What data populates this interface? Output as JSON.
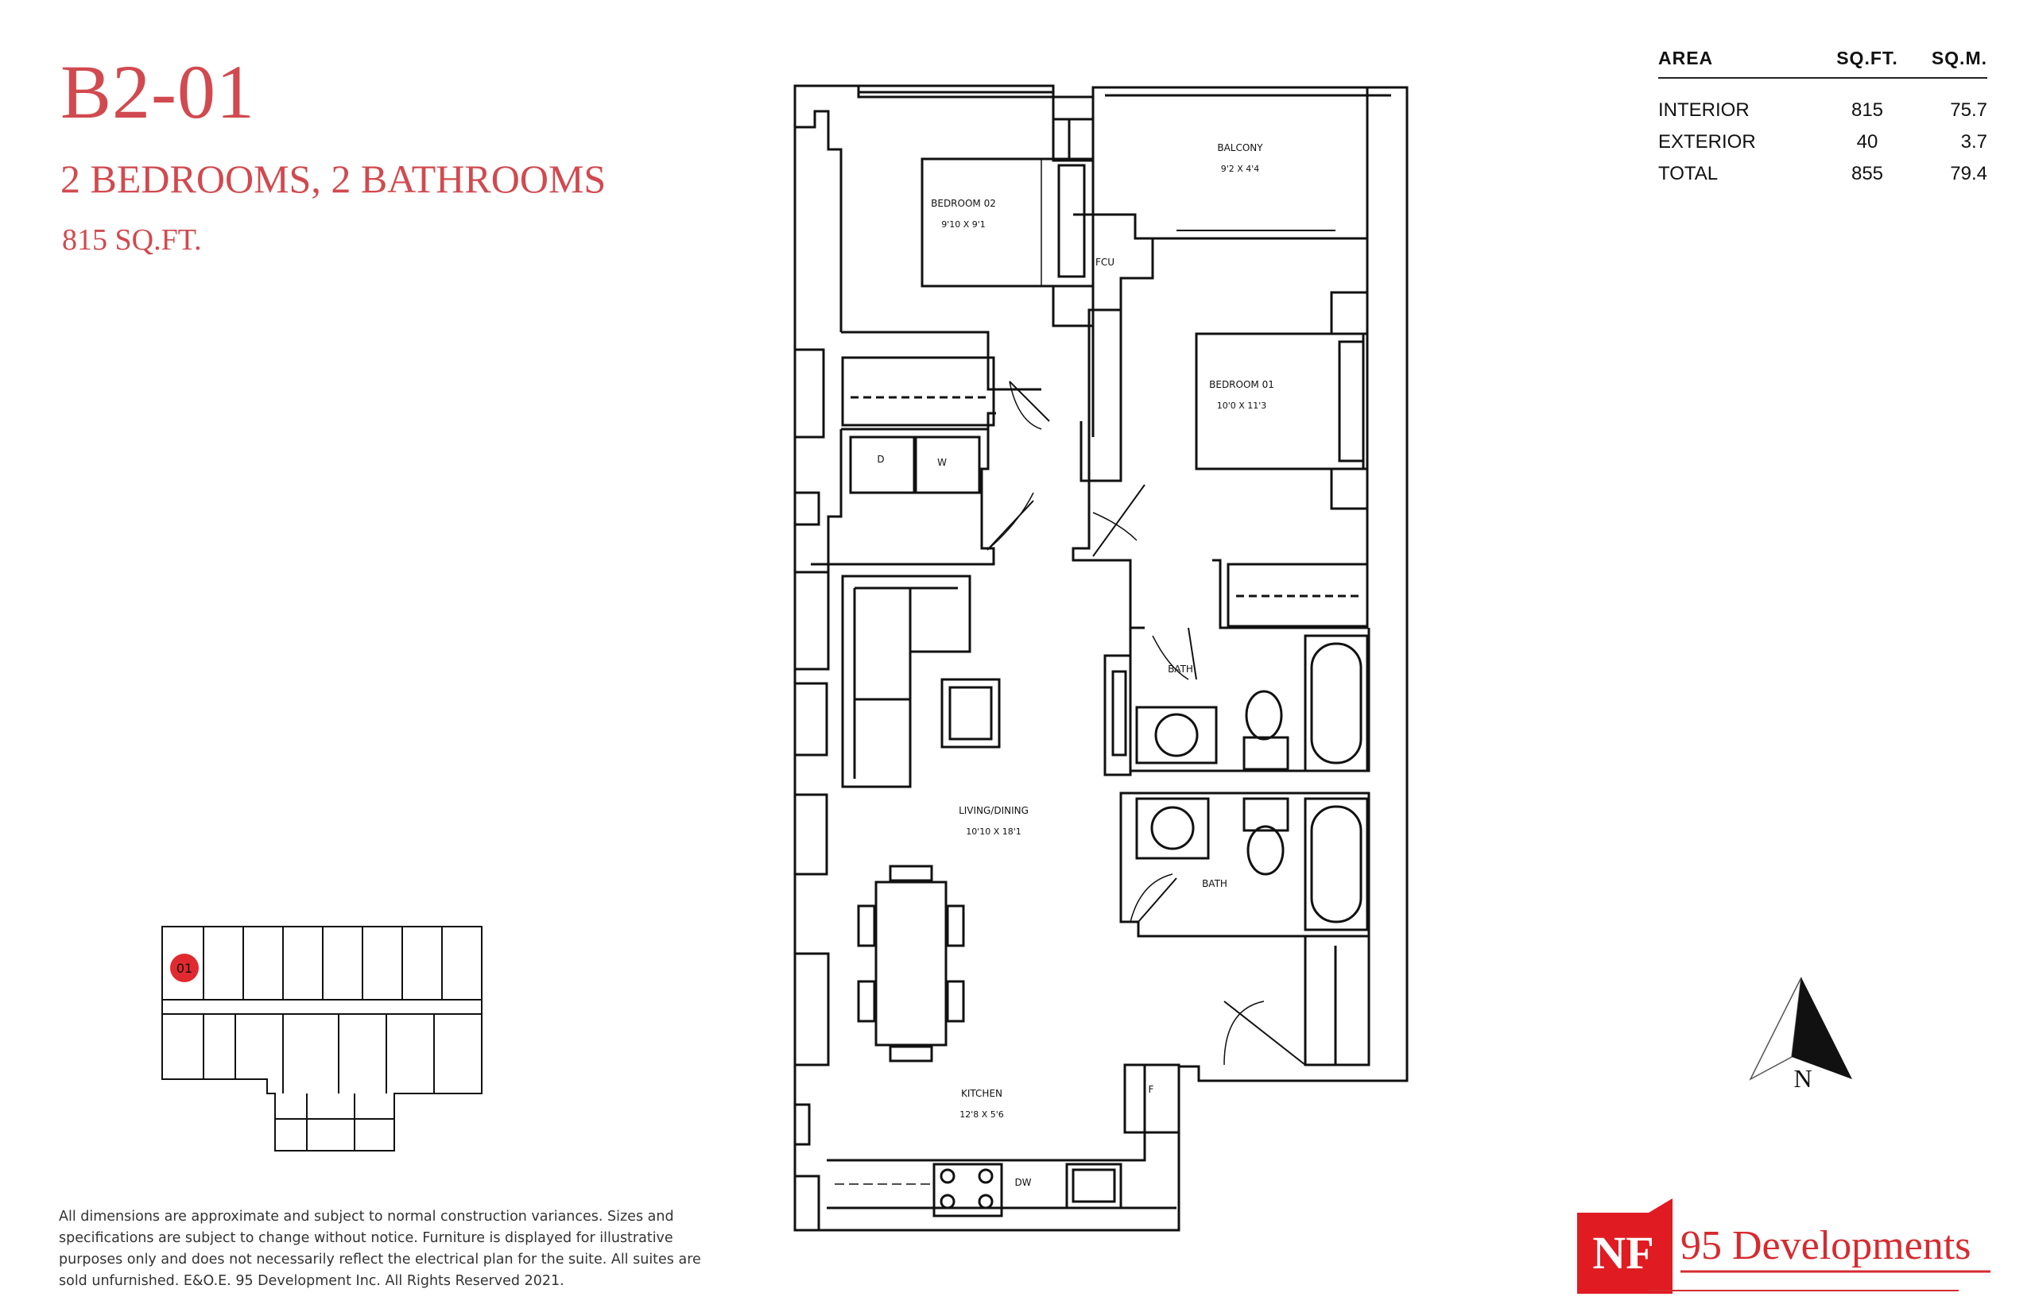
{
  "unit": {
    "code": "B2-01",
    "subtitle": "2 BEDROOMS, 2 BATHROOMS",
    "size": "815 SQ.FT."
  },
  "area_table": {
    "headers": [
      "AREA",
      "SQ.FT.",
      "SQ.M."
    ],
    "rows": [
      {
        "label": "INTERIOR",
        "sqft": "815",
        "sqm": "75.7"
      },
      {
        "label": "EXTERIOR",
        "sqft": "40",
        "sqm": "3.7"
      },
      {
        "label": "TOTAL",
        "sqft": "855",
        "sqm": "79.4"
      }
    ]
  },
  "rooms": {
    "balcony": {
      "name": "BALCONY",
      "dims": "9'2 X 4'4"
    },
    "bedroom02": {
      "name": "BEDROOM 02",
      "dims": "9'10 X 9'1"
    },
    "bedroom01": {
      "name": "BEDROOM 01",
      "dims": "10'0 X 11'3"
    },
    "living": {
      "name": "LIVING/DINING",
      "dims": "10'10 X 18'1"
    },
    "kitchen": {
      "name": "KITCHEN",
      "dims": "12'8 X 5'6"
    },
    "bath_a": {
      "name": "BATH"
    },
    "bath_b": {
      "name": "BATH"
    },
    "fcu": "FCU",
    "dryer": "D",
    "washer": "W",
    "dishwasher": "DW",
    "fridge": "F"
  },
  "keyplan": {
    "marker": "01"
  },
  "compass": {
    "label": "N"
  },
  "logo": {
    "mark": "NF",
    "name": "95 Developments"
  },
  "disclaimer": "All dimensions are approximate and subject to normal construction variances.  Sizes and specifications are subject to change without notice. Furniture is displayed for illustrative purposes only and does not necessarily reflect the electrical plan for the suite. All suites are sold unfurnished. E&O.E. 95 Development Inc. All Rights Reserved 2021.",
  "colors": {
    "accent": "#d14a4f",
    "logo_red": "#e01b22",
    "line": "#111111"
  }
}
